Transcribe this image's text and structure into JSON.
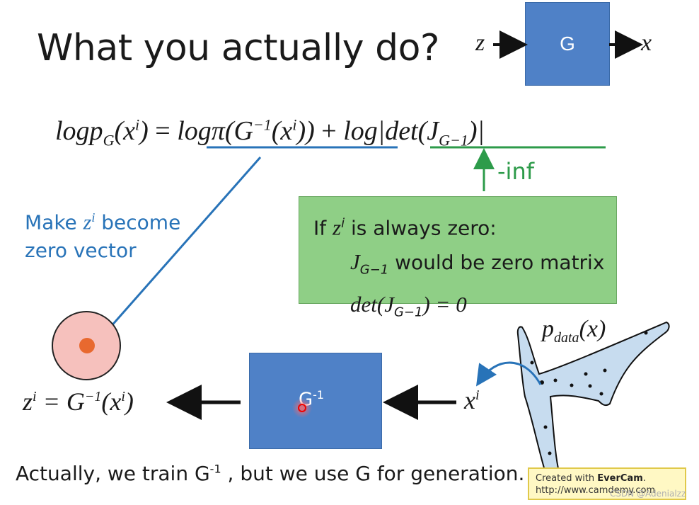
{
  "title": "What you actually do?",
  "diagram_top": {
    "input": "z",
    "box_label": "G",
    "output": "x"
  },
  "formula": {
    "lhs_log": "logp",
    "lhs_sub": "G",
    "lhs_arg_open": "(x",
    "lhs_arg_sup": "i",
    "lhs_arg_close": ")",
    "eq": " = ",
    "term1": "logπ",
    "term1_arg": "(G",
    "term1_inv": "−1",
    "term1_inner": "(x",
    "term1_inner_sup": "i",
    "term1_close": "))",
    "plus": " + ",
    "term2": "log|det(J",
    "term2_sub": "G−1",
    "term2_close": ")|"
  },
  "minus_inf_label": "-inf",
  "make_note": {
    "line1_pre": "Make ",
    "var": "z",
    "var_sup": "i",
    "line1_post": " become",
    "line2": "zero vector"
  },
  "green_box": {
    "line1_pre": "If ",
    "line1_var": "z",
    "line1_sup": "i",
    "line1_post": " is always zero:",
    "line2_var": "J",
    "line2_sub": "G−1",
    "line2_post": " would be zero matrix",
    "line3_pre": "det(J",
    "line3_sub": "G−1",
    "line3_post": ") = 0"
  },
  "inverse_box_label": "G",
  "inverse_box_sup": "-1",
  "zi_expr": {
    "z": "z",
    "z_sup": "i",
    "rhs": " = G",
    "rhs_inv": "−1",
    "rhs_arg": "(x",
    "rhs_arg_sup": "i",
    "rhs_close": ")"
  },
  "xi_expr": {
    "x": "x",
    "sup": "i"
  },
  "pdata_expr": {
    "p": "p",
    "sub": "data",
    "arg": "(x)"
  },
  "bottom_text": {
    "pre": "Actually, we train G",
    "sup": "-1",
    "post": " , but we use G for generation."
  },
  "evercam": {
    "line1_pre": "Created with ",
    "line1_brand": "EverCam",
    "line1_post": ".",
    "line2": "http://www.camdemy.com"
  },
  "watermark": "CSDN @Adenialzz",
  "colors": {
    "blue_box": "#4f81c7",
    "green_box": "#8fcf86",
    "note_blue": "#2873b8",
    "inf_green": "#2d9b4a",
    "circle_fill": "#f6c1bd",
    "dot_orange": "#e8692f"
  }
}
